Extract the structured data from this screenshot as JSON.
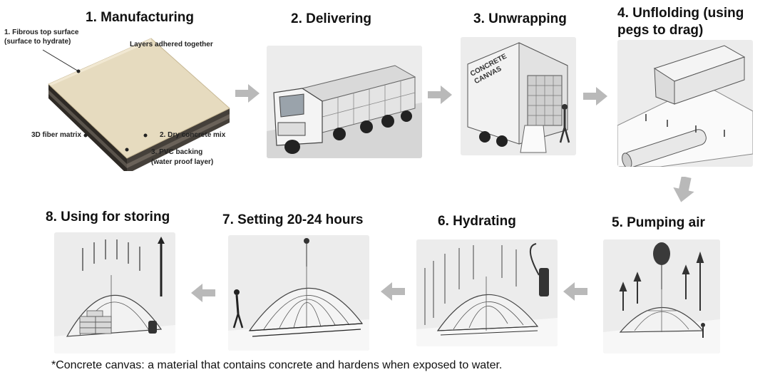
{
  "steps": [
    {
      "title": "1. Manufacturing"
    },
    {
      "title": "2. Delivering"
    },
    {
      "title": "3. Unwrapping"
    },
    {
      "title_line1": "4. Unflolding (using",
      "title_line2": "pegs to drag)"
    },
    {
      "title": "5. Pumping air"
    },
    {
      "title": "6. Hydrating"
    },
    {
      "title": "7. Setting 20-24 hours"
    },
    {
      "title": "8. Using for storing"
    }
  ],
  "manufacturing_labels": {
    "top_surface_line1": "1. Fibrous top surface",
    "top_surface_line2": "(surface to hydrate)",
    "layers": "Layers adhered together",
    "fiber": "3D fiber matrix",
    "dry_mix": "2. Dry concrete mix",
    "pvc_line1": "3. PVC backing",
    "pvc_line2": "(water proof layer)"
  },
  "truck_text": "CONCRETE CANVAS",
  "footnote": "*Concrete canvas: a material that contains concrete and hardens when exposed to water.",
  "colors": {
    "arrow": "#b9b9b9",
    "panel_bg": "#f1f1f1",
    "canvas_top": "#e8dcc0",
    "canvas_side": "#3a3630",
    "ink": "#222222"
  }
}
